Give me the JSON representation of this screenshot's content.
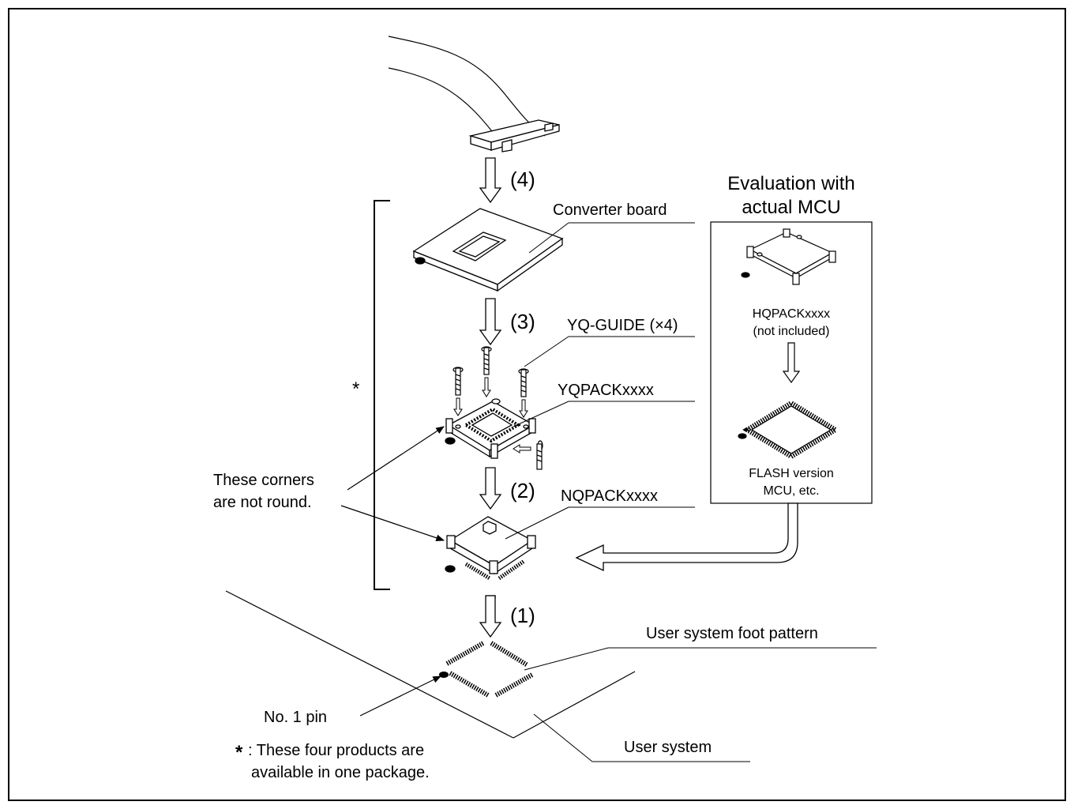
{
  "steps": {
    "s4": "(4)",
    "s3": "(3)",
    "s2": "(2)",
    "s1": "(1)"
  },
  "labels": {
    "converter_board": "Converter board",
    "yq_guide": "YQ-GUIDE (×4)",
    "yqpack": "YQPACKxxxx",
    "nqpack": "NQPACKxxxx",
    "corners_line1": "These corners",
    "corners_line2": "are not round.",
    "foot_pattern": "User system foot pattern",
    "no1_pin": "No. 1 pin",
    "user_system": "User system",
    "bracket_star": "*",
    "footnote_star": "*",
    "footnote_line1": ": These four products are",
    "footnote_line2": "available in one package."
  },
  "evaluation_box": {
    "title_line1": "Evaluation with",
    "title_line2": "actual MCU",
    "hqpack_line1": "HQPACKxxxx",
    "hqpack_line2": "(not included)",
    "flash_line1": "FLASH version",
    "flash_line2": "MCU, etc."
  }
}
